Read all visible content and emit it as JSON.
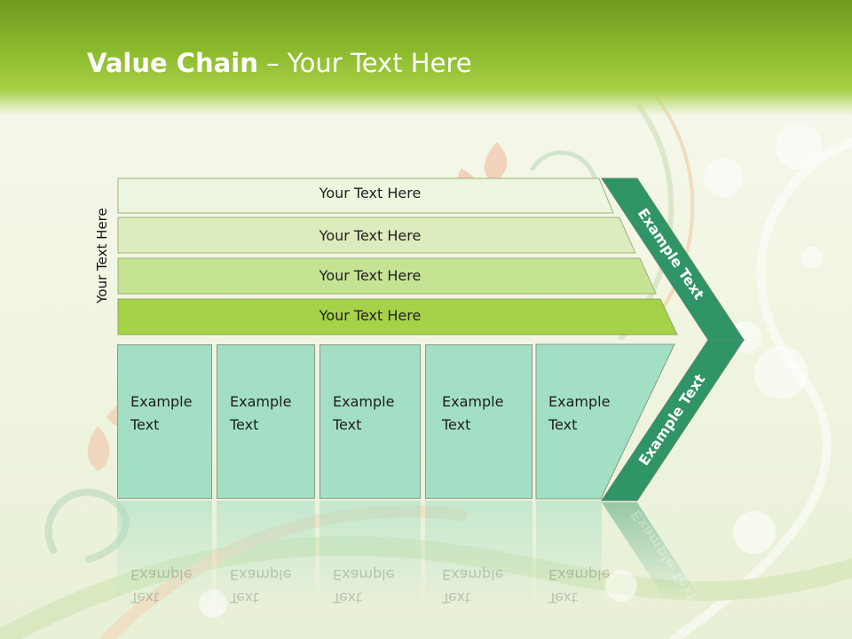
{
  "slide": {
    "title_bold": "Value Chain",
    "title_rest": " – Your Text Here"
  },
  "diagram": {
    "side_label": "Your Text Here",
    "rows": [
      {
        "label": "Your Text Here",
        "color": "#edf6df"
      },
      {
        "label": "Your Text Here",
        "color": "#dcecbc"
      },
      {
        "label": "Your Text Here",
        "color": "#c6e394"
      },
      {
        "label": "Your Text Here",
        "color": "#a6d24a"
      }
    ],
    "boxes": [
      {
        "line1": "Example",
        "line2": "Text"
      },
      {
        "line1": "Example",
        "line2": "Text"
      },
      {
        "line1": "Example",
        "line2": "Text"
      },
      {
        "line1": "Example",
        "line2": "Text"
      },
      {
        "line1": "Example",
        "line2": "Text"
      }
    ],
    "arrow_upper_label": "Example Text",
    "arrow_lower_label": "Example Text",
    "arrow_color": "#2f9466",
    "box_color": "#a2dfc4"
  }
}
